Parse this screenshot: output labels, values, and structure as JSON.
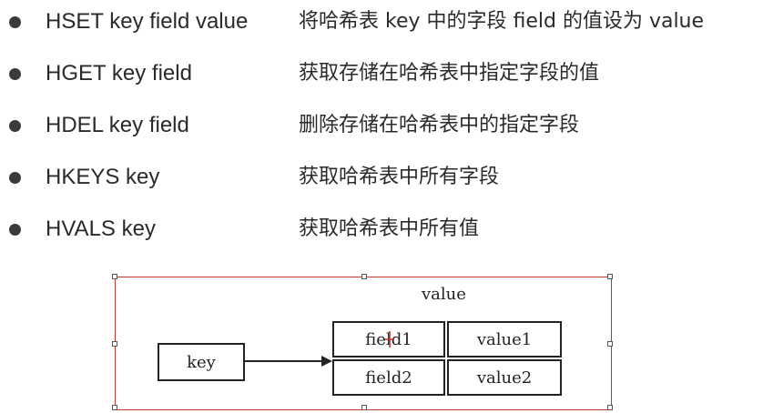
{
  "commands": [
    {
      "command": "HSET key field value",
      "description": "将哈希表 key 中的字段 field 的值设为 value"
    },
    {
      "command": "HGET key field",
      "description": "获取存储在哈希表中指定字段的值"
    },
    {
      "command": "HDEL key field",
      "description": "删除存储在哈希表中的指定字段"
    },
    {
      "command": "HKEYS key",
      "description": "获取哈希表中所有字段"
    },
    {
      "command": "HVALS key",
      "description": "获取哈希表中所有值"
    }
  ],
  "diagram": {
    "value_label": "value",
    "key_label": "key",
    "rows": [
      {
        "field": "field1",
        "value": "value1"
      },
      {
        "field": "field2",
        "value": "value2"
      }
    ],
    "colors": {
      "selection_border": "#c0392b",
      "ink": "#222222"
    }
  }
}
